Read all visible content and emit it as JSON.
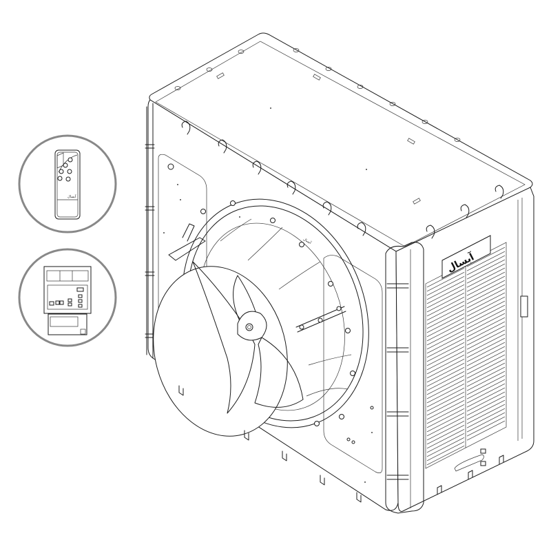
{
  "figure": {
    "subject": "Evaporative air cooler, isometric line drawing",
    "colors": {
      "line": "#1a1a1a",
      "background": "#ffffff",
      "inset_ring": "#888888"
    }
  },
  "unit": {
    "brand_plate": {
      "text": "آبسال",
      "icon": "brand-logo"
    },
    "side_label": {
      "text": "آبسال"
    },
    "features": [
      "top-lid-with-clips",
      "axial-fan-front",
      "side-louver-grille",
      "corner-pillars",
      "bottom-tabs"
    ]
  },
  "insets": [
    {
      "id": "remote",
      "title": "Remote control",
      "badge": "آبسال",
      "buttons": [
        "power",
        "speed",
        "mode",
        "pump",
        "timer",
        "swing"
      ]
    },
    {
      "id": "panel",
      "title": "Control panel",
      "buttons": [
        "b1",
        "b2",
        "b3",
        "b4",
        "b5"
      ]
    }
  ]
}
